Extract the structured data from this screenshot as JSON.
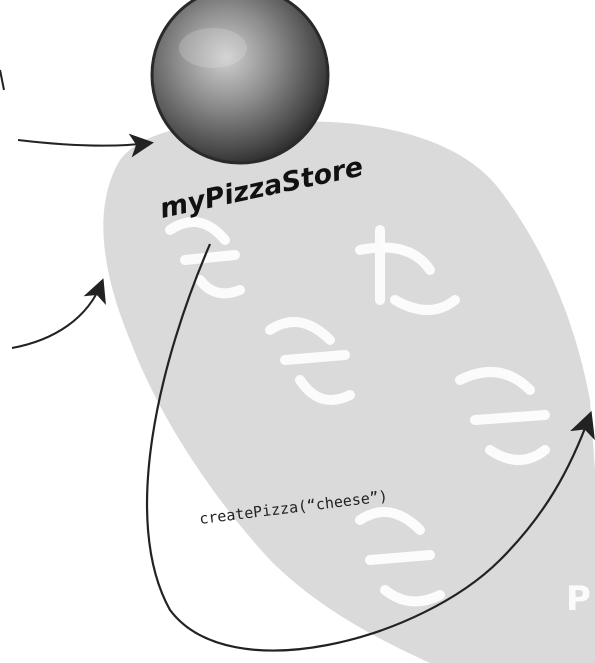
{
  "object_label": "myPizzaStore",
  "method_call_label": "createPizza(“cheese”)",
  "watermark": {
    "text_partial": "P",
    "note_color": "#d7d7d7"
  },
  "colors": {
    "ink": "#222222",
    "ball_light": "#c9c9c9",
    "ball_mid": "#8a8a8a",
    "ball_dark": "#3a3a3a",
    "watermark": "#dadada",
    "watermark_glyph": "#ffffff"
  },
  "icons": {
    "object_ball": "sphere-icon",
    "arrow": "arrow-icon"
  }
}
